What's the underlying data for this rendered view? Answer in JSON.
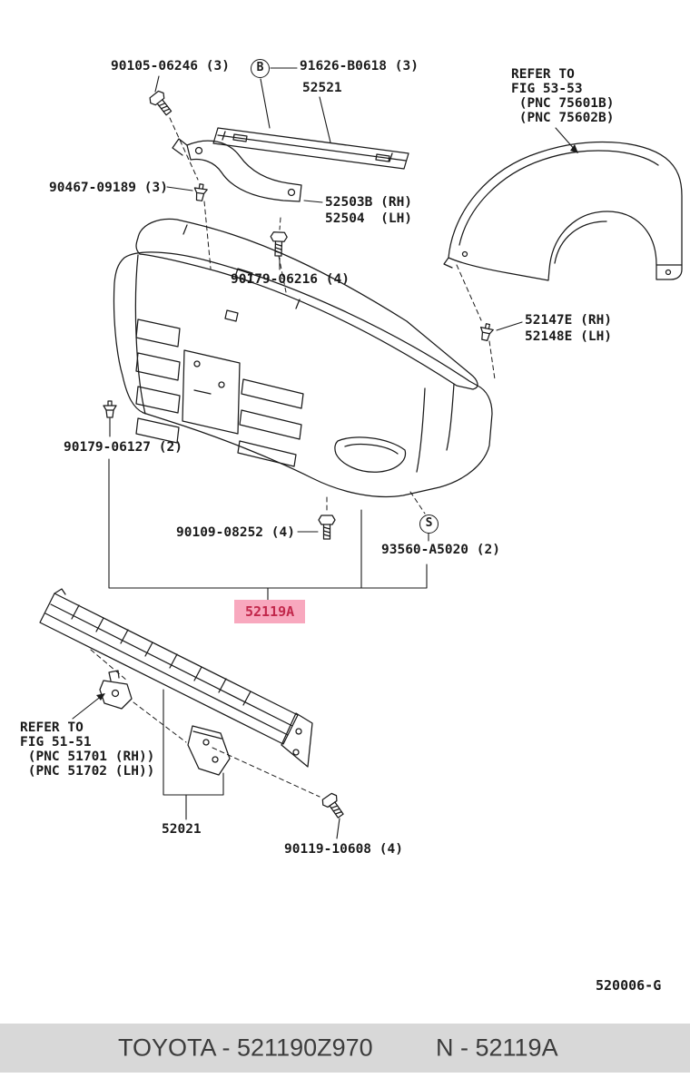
{
  "colors": {
    "ink": "#1a1a1a",
    "paper": "#ffffff",
    "highlight_bg": "#f8a8be",
    "highlight_text": "#c2274b",
    "footer_bg": "#d8d8d8",
    "footer_text": "#3c3c3c"
  },
  "page": {
    "drawing_code": "520006-G",
    "footer_left": "TOYOTA - 521190Z970",
    "footer_right": "N - 52119A"
  },
  "labels": {
    "bolt_90105": "90105-06246 (3)",
    "callout_b": "B",
    "bolt_91626": "91626-B0618 (3)",
    "part_52521": "52521",
    "refer_fig_53_53": "REFER TO\nFIG 53-53\n (PNC 75601B)\n (PNC 75602B)",
    "clip_90467": "90467-09189 (3)",
    "bracket_52503": "52503B (RH)\n52504  (LH)",
    "bolt_90179_06216": "90179-06216 (4)",
    "clip_52147": "52147E (RH)\n52148E (LH)",
    "clip_90179_06127": "90179-06127 (2)",
    "screw_90109": "90109-08252 (4)",
    "callout_s": "S",
    "nut_93560": "93560-A5020 (2)",
    "part_52119a": "52119A",
    "refer_fig_51_51": "REFER TO\nFIG 51-51\n (PNC 51701 (RH))\n (PNC 51702 (LH))",
    "part_52021": "52021",
    "bolt_90119": "90119-10608 (4)"
  }
}
